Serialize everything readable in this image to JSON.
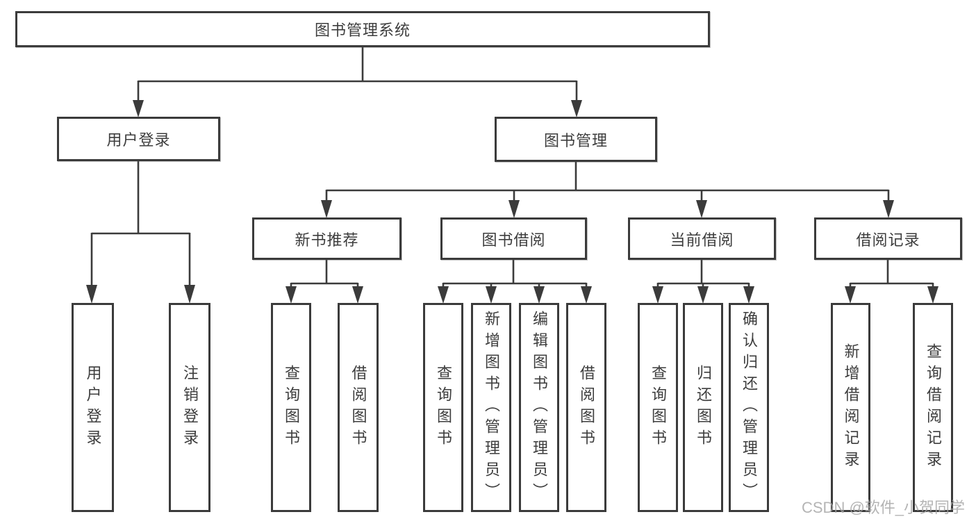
{
  "tree": {
    "root": "图书管理系统",
    "user_login": "用户登录",
    "book_mgmt": "图书管理",
    "new_books": "新书推荐",
    "borrow": "图书借阅",
    "current": "当前借阅",
    "records": "借阅记录",
    "leaves": {
      "ul_login": "用户登录",
      "ul_logout": "注销登录",
      "nb_query": "查询图书",
      "nb_borrow": "借阅图书",
      "bw_query": "查询图书",
      "bw_add": "新增图书（管理员）",
      "bw_edit": "编辑图书（管理员）",
      "bw_borrow": "借阅图书",
      "cu_query": "查询图书",
      "cu_return": "归还图书",
      "cu_confirm": "确认归还（管理员）",
      "rc_add": "新增借阅记录",
      "rc_query": "查询借阅记录"
    }
  },
  "watermark": "CSDN @软件_小贺同学",
  "colors": {
    "line": "#3b3b3b",
    "node_border": "#3b3b3b",
    "text": "#3d3d3d",
    "watermark": "#a4a4a4",
    "background": "#ffffff"
  }
}
